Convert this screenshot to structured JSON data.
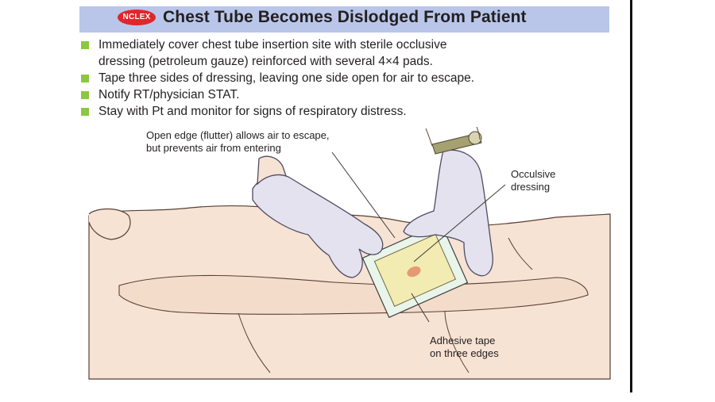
{
  "header": {
    "badge": "NCLEX",
    "title": "Chest Tube Becomes Dislodged From Patient"
  },
  "bullets": [
    {
      "line1": "Immediately cover chest tube insertion site with sterile occlusive",
      "line2": "dressing (petroleum gauze) reinforced with several 4×4 pads."
    },
    {
      "line1": "Tape three sides of dressing, leaving one side open for air to escape."
    },
    {
      "line1": "Notify RT/physician STAT."
    },
    {
      "line1": "Stay with Pt and monitor for signs of respiratory distress."
    }
  ],
  "callouts": {
    "open_edge": {
      "line1": "Open edge (flutter) allows air to escape,",
      "line2": "but prevents air from entering"
    },
    "occlusive": {
      "line1": "Occulsive",
      "line2": "dressing"
    },
    "adhesive": {
      "line1": "Adhesive tape",
      "line2": "on three edges"
    }
  },
  "colors": {
    "header_bg": "#b9c6ea",
    "badge_red": "#e0262b",
    "bullet_green": "#8dc63f",
    "glove": "#e4e2ee",
    "skin": "#f7e3d4",
    "dressing": "#f3ecb2"
  }
}
